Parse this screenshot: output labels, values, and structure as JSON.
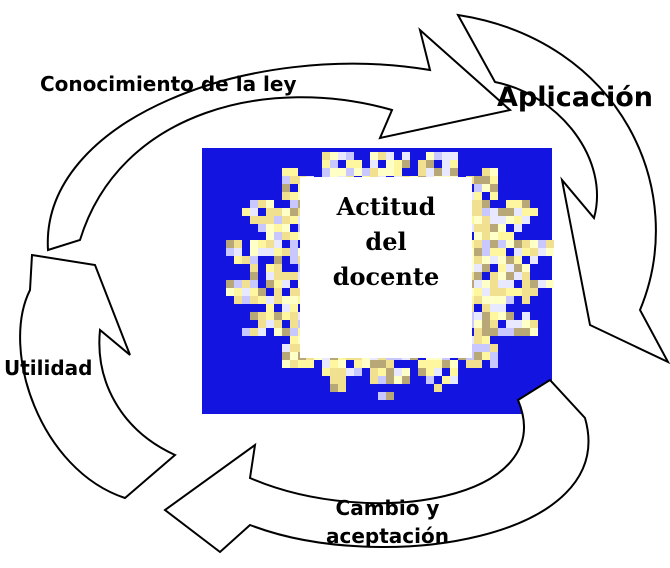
{
  "cycle": {
    "conocimiento": "Conocimiento de la ley",
    "aplicacion": "Aplicación",
    "utilidad": "Utilidad",
    "cambio_line1": "Cambio y",
    "cambio_line2": "aceptación"
  },
  "center": {
    "line1": "Actitud",
    "line2": "del",
    "line3": "docente"
  },
  "colors": {
    "panel_background": "#1414e0",
    "sun_colors": [
      "#fff7a0",
      "#c8c8ff",
      "#f0e090",
      "#b8a878",
      "#e8e8ff",
      "#ffffc8"
    ]
  }
}
